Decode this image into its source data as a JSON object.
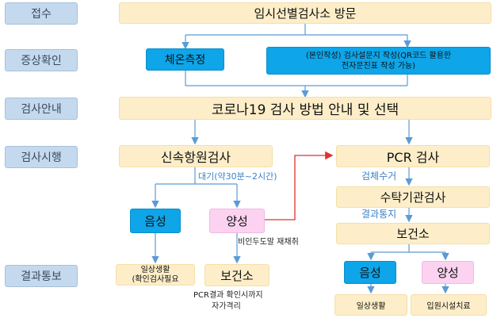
{
  "stages": [
    "접수",
    "증상확인",
    "검사안내",
    "검사시행",
    "결과통보"
  ],
  "visit": "임시선별검사소 방문",
  "temp_check": "체온측정",
  "survey_line1": "(본인작성) 검사설문지 작성(QR코드 활용한",
  "survey_line2": "전자문진표 작성 가능)",
  "guide": "코로나19 검사 방법 안내 및 선택",
  "rapid_test": "신속항원검사",
  "pcr_test": "PCR 검사",
  "wait_note": "대기(약30분~2시간)",
  "specimen_note": "검체수거",
  "lab_test": "수탁기관검사",
  "result_note": "결과통지",
  "health_center_right": "보건소",
  "rapid_negative": "음성",
  "rapid_positive": "양성",
  "resample_note": "비인두도말 재채취",
  "daily_life_line1": "일상생활",
  "daily_life_line2": "(확인검사필요",
  "health_center_left": "보건소",
  "quarantine_line1": "PCR결과 확인시까지",
  "quarantine_line2": "자가격리",
  "pcr_negative": "음성",
  "pcr_positive": "양성",
  "pcr_daily_life": "일상생활",
  "pcr_hospitalize": "입원시설치료",
  "colors": {
    "stage": "#c5d9ee",
    "process": "#fdeec9",
    "negative": "#0ea5e9",
    "positive": "#fbd3f0",
    "connector": "#5b9bd5",
    "resample_arrow": "#e03030"
  }
}
